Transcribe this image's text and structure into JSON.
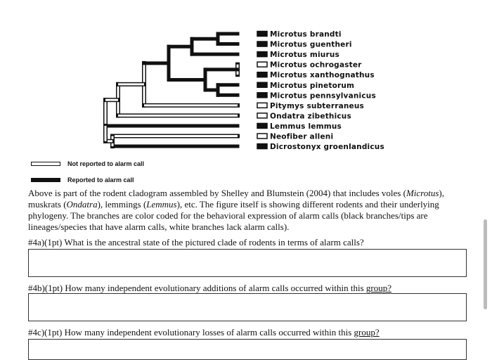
{
  "cladogram": {
    "taxa": [
      {
        "name": "Microtus brandti",
        "alarm": true
      },
      {
        "name": "Microtus guentheri",
        "alarm": true
      },
      {
        "name": "Microtus miurus",
        "alarm": true
      },
      {
        "name": "Microtus ochrogaster",
        "alarm": false
      },
      {
        "name": "Microtus xanthognathus",
        "alarm": true
      },
      {
        "name": "Microtus pinetorum",
        "alarm": true
      },
      {
        "name": "Microtus pennsylvanicus",
        "alarm": true
      },
      {
        "name": "Pitymys subterraneus",
        "alarm": false
      },
      {
        "name": "Ondatra zibethicus",
        "alarm": false
      },
      {
        "name": "Lemmus lemmus",
        "alarm": true
      },
      {
        "name": "Neofiber alleni",
        "alarm": false
      },
      {
        "name": "Dicrostonyx groenlandicus",
        "alarm": true
      }
    ]
  },
  "legend": {
    "not_reported": "Not reported to alarm call",
    "reported": "Reported to alarm call"
  },
  "description": {
    "p1": "Above is part of the rodent cladogram assembled by Shelley and Blumstein (2004) that includes voles (",
    "genus1": "Microtus",
    "p2": "), muskrats (",
    "genus2": "Ondatra",
    "p3": "), lemmings (",
    "genus3": "Lemmus",
    "p4": "), etc. The figure itself is showing different rodents and their underlying phylogeny. The branches are color coded for the behavioral expression of alarm calls (black branches/tips are lineages/species that have alarm calls, white branches lack alarm calls)."
  },
  "questions": [
    {
      "text": "#4a)(1pt) What is the ancestral state of the pictured clade of rodents in terms of alarm calls?"
    },
    {
      "text_a": "#4b)(1pt) How many independent evolutionary additions of alarm calls occurred within this ",
      "text_b": "group?"
    },
    {
      "text_a": "#4c)(1pt) How many independent evolutionary losses of alarm calls occurred within this ",
      "text_b": "group?"
    }
  ]
}
